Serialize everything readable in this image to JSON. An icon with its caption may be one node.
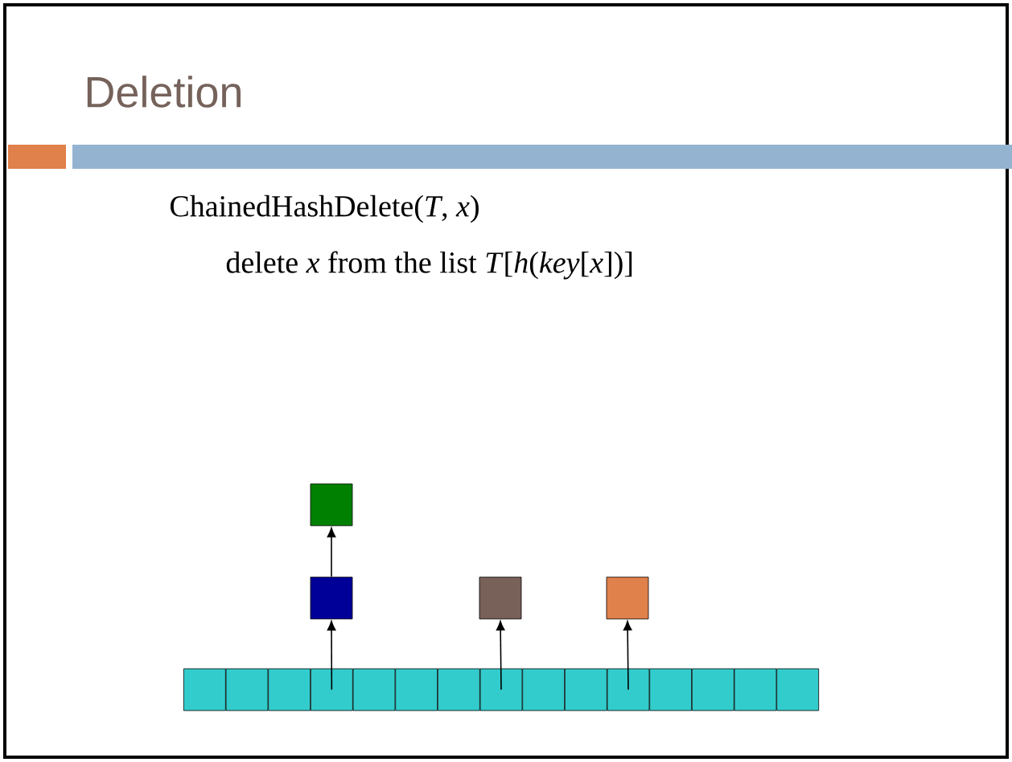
{
  "diagram": {
    "title": "Deletion",
    "nodes": [
      {
        "text": [],
        "shape": "box"
      },
      {
        "text": [],
        "shape": "box"
      },
      {
        "text": [],
        "shape": "box"
      },
      {
        "text": [],
        "shape": "box"
      },
      {
        "text": [],
        "shape": "box"
      },
      {
        "text": [],
        "shape": "box"
      },
      {
        "text": [],
        "shape": "box"
      },
      {
        "text": [],
        "shape": "box"
      },
      {
        "text": [],
        "shape": "box"
      },
      {
        "text": [],
        "shape": "box"
      },
      {
        "text": [],
        "shape": "box"
      },
      {
        "text": [],
        "shape": "box"
      },
      {
        "text": [],
        "shape": "box"
      },
      {
        "text": [],
        "shape": "box"
      },
      {
        "text": [],
        "shape": "box"
      },
      {
        "text": [],
        "shape": "box"
      },
      {
        "text": [],
        "shape": "box"
      },
      {
        "text": [],
        "shape": "box"
      },
      {
        "text": [],
        "shape": "box"
      }
    ],
    "edges": [
      {
        "from": 7,
        "to": 1,
        "arrow": "to"
      },
      {
        "from": 1,
        "to": 0,
        "arrow": "to"
      },
      {
        "from": 11,
        "to": 2,
        "arrow": "to"
      },
      {
        "from": 14,
        "to": 3,
        "arrow": "to"
      }
    ],
    "labels": [
      "ChainedHashDelete(*T*, *x*)",
      "delete *x* from the list *T*[*h*(*key*[*x*])]"
    ]
  }
}
